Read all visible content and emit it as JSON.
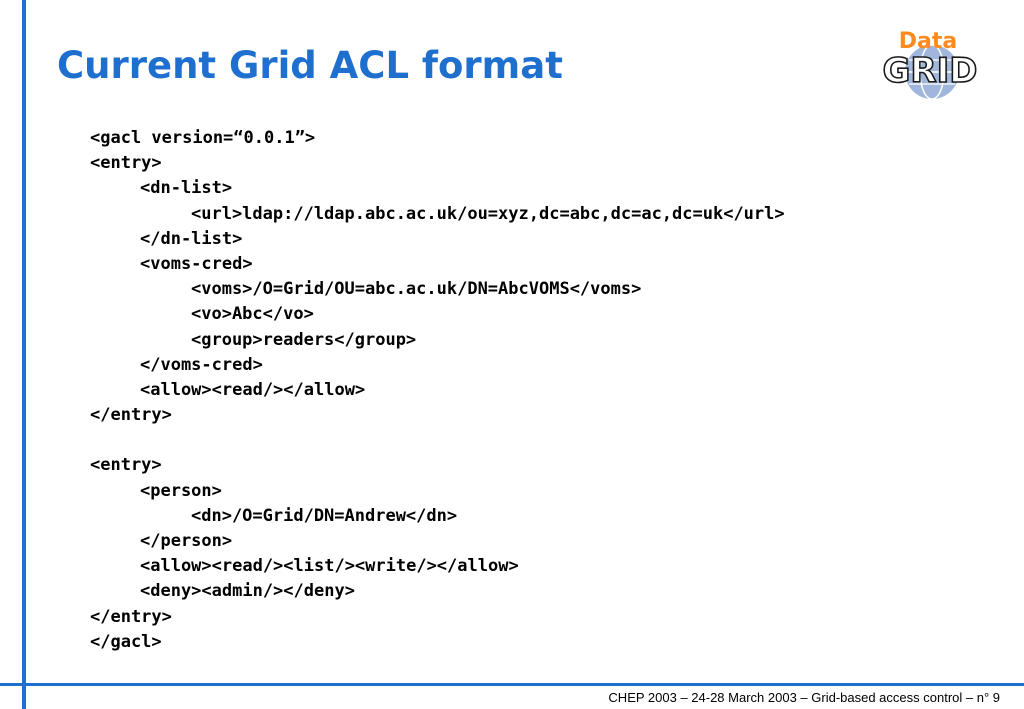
{
  "slide": {
    "title": "Current Grid ACL format",
    "accent_color": "#1f6fcf",
    "logo": {
      "icon": "datagrid-logo-icon",
      "word_top": "Data",
      "word_bottom": "GRID"
    },
    "code_lines": [
      {
        "text": "<gacl version=“0.0.1”>",
        "indent": 0
      },
      {
        "text": "<entry>",
        "indent": 0
      },
      {
        "text": "<dn-list>",
        "indent": 1
      },
      {
        "text": "<url>ldap://ldap.abc.ac.uk/ou=xyz,dc=abc,dc=ac,dc=uk</url>",
        "indent": 2
      },
      {
        "text": "</dn-list>",
        "indent": 1
      },
      {
        "text": "<voms-cred>",
        "indent": 1
      },
      {
        "text": "<voms>/O=Grid/OU=abc.ac.uk/DN=AbcVOMS</voms>",
        "indent": 2
      },
      {
        "text": "<vo>Abc</vo>",
        "indent": 2
      },
      {
        "text": "<group>readers</group>",
        "indent": 2
      },
      {
        "text": "</voms-cred>",
        "indent": 1
      },
      {
        "text": "<allow><read/></allow>",
        "indent": 1
      },
      {
        "text": "</entry>",
        "indent": 0
      },
      {
        "text": "",
        "indent": 0
      },
      {
        "text": "<entry>",
        "indent": 0
      },
      {
        "text": "<person>",
        "indent": 1
      },
      {
        "text": "<dn>/O=Grid/DN=Andrew</dn>",
        "indent": 2
      },
      {
        "text": "</person>",
        "indent": 1
      },
      {
        "text": "<allow><read/><list/><write/></allow>",
        "indent": 1
      },
      {
        "text": "<deny><admin/></deny>",
        "indent": 1
      },
      {
        "text": "</entry>",
        "indent": 0
      },
      {
        "text": "</gacl>",
        "indent": 0
      }
    ],
    "footer": "CHEP 2003 – 24-28 March 2003 – Grid-based access control –  n° 9"
  }
}
